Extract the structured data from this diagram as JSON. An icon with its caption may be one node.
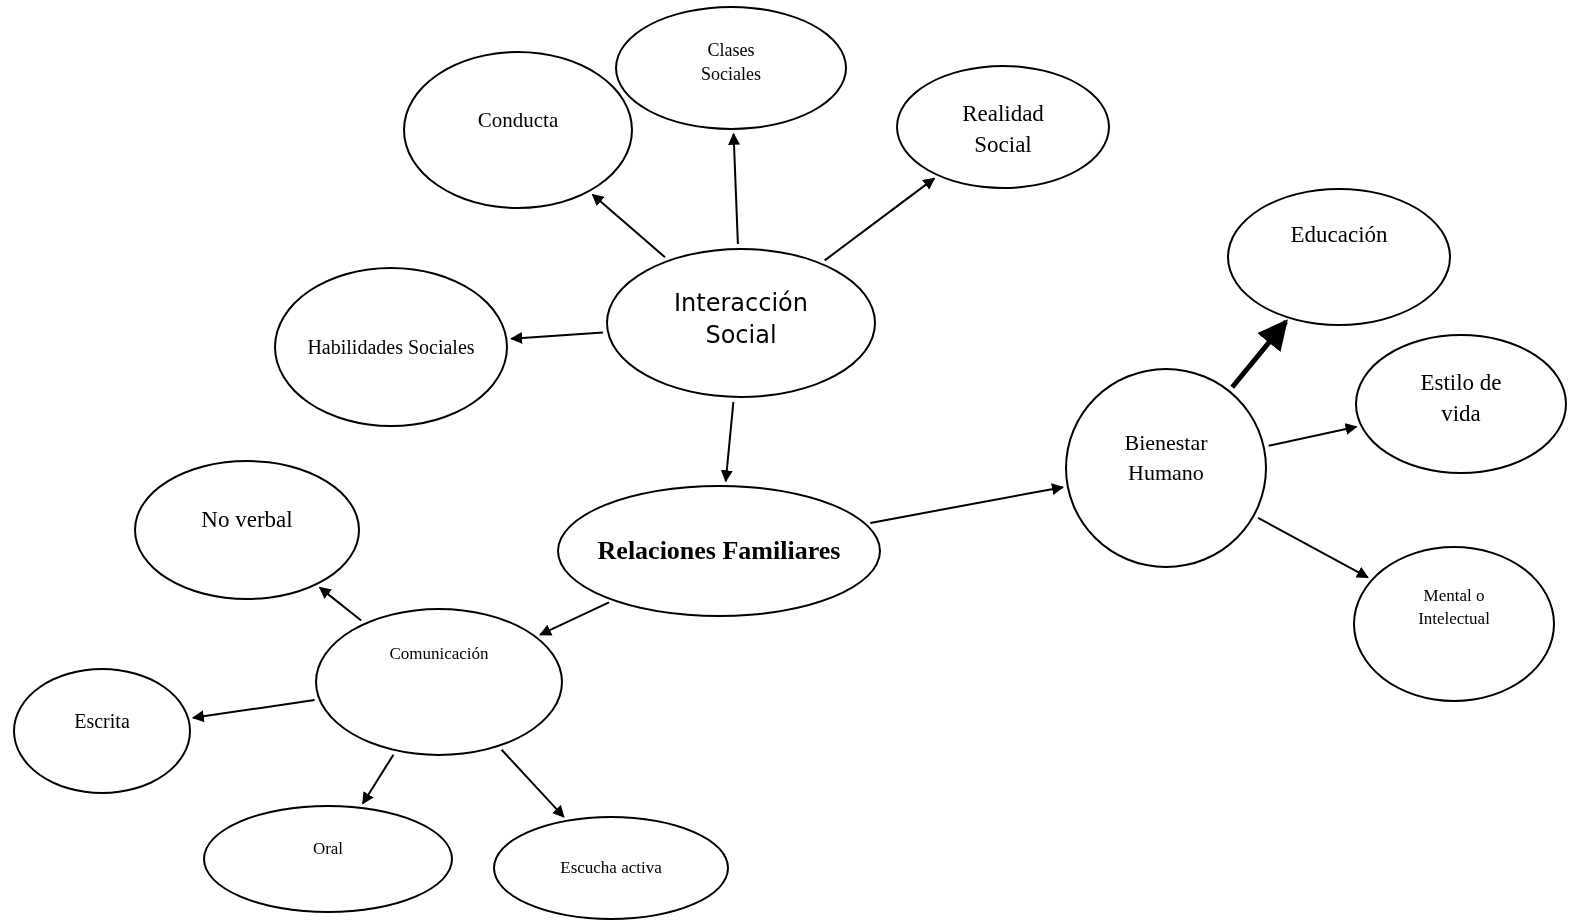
{
  "diagram": {
    "nodes": [
      {
        "text": [
          "Clases Sociales"
        ]
      },
      {
        "text": [
          "Conducta"
        ]
      },
      {
        "text": [
          "Realidad Social"
        ]
      },
      {
        "text": [
          "Habilidades Sociales"
        ]
      },
      {
        "text": [
          "Interacción Social"
        ]
      },
      {
        "text": [
          "Educación"
        ]
      },
      {
        "text": [
          "Bienestar Humano"
        ]
      },
      {
        "text": [
          "Estilo de vida"
        ]
      },
      {
        "text": [
          "No verbal"
        ]
      },
      {
        "text": [
          "Relaciones Familiares"
        ]
      },
      {
        "text": [
          "Mental o Intelectual"
        ]
      },
      {
        "text": [
          "Comunicación"
        ]
      },
      {
        "text": [
          "Escrita"
        ]
      },
      {
        "text": [
          "Oral"
        ]
      },
      {
        "text": [
          "Escucha activa"
        ]
      }
    ],
    "edges": [
      {
        "from": 4,
        "to": 1,
        "arrow": "to"
      },
      {
        "from": 4,
        "to": 0,
        "arrow": "to"
      },
      {
        "from": 4,
        "to": 2,
        "arrow": "to"
      },
      {
        "from": 4,
        "to": 3,
        "arrow": "to"
      },
      {
        "from": 4,
        "to": 9,
        "arrow": "to"
      },
      {
        "from": 9,
        "to": 6,
        "arrow": "to"
      },
      {
        "from": 6,
        "to": 5,
        "arrow": "to",
        "style": "thick"
      },
      {
        "from": 6,
        "to": 7,
        "arrow": "to"
      },
      {
        "from": 6,
        "to": 10,
        "arrow": "to"
      },
      {
        "from": 9,
        "to": 11,
        "arrow": "to"
      },
      {
        "from": 11,
        "to": 8,
        "arrow": "to"
      },
      {
        "from": 11,
        "to": 12,
        "arrow": "to"
      },
      {
        "from": 11,
        "to": 13,
        "arrow": "to"
      },
      {
        "from": 11,
        "to": 14,
        "arrow": "to"
      }
    ]
  }
}
